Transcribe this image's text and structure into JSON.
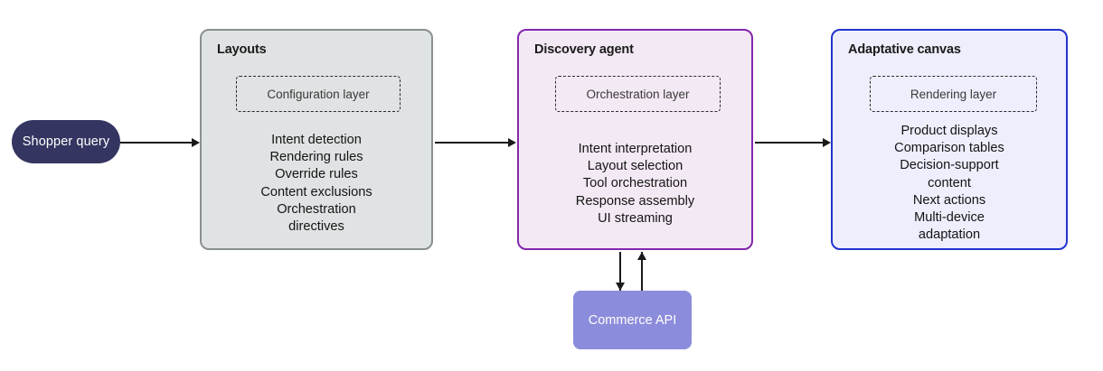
{
  "diagram": {
    "entry": {
      "label": "Shopper query",
      "fill": "#353561",
      "text_color": "#ffffff"
    },
    "stages": [
      {
        "id": "layouts",
        "title": "Layouts",
        "layer_label": "Configuration layer",
        "fill": "#dfe3e3",
        "border": "#8a8f92",
        "items": "Intent detection\nRendering rules\nOverride rules\nContent exclusions\nOrchestration\ndirectives"
      },
      {
        "id": "discovery-agent",
        "title": "Discovery agent",
        "layer_label": "Orchestration layer",
        "fill": "#f3e9f4",
        "border": "#8326ad",
        "items": "Intent interpretation\nLayout selection\nTool orchestration\nResponse assembly\nUI streaming"
      },
      {
        "id": "adaptative-canvas",
        "title": "Adaptative canvas",
        "layer_label": "Rendering layer",
        "fill": "#eeeefd",
        "border": "#2233cc",
        "items": "Product displays\nComparison tables\nDecision-support\ncontent\nNext actions\nMulti-device\nadaptation"
      }
    ],
    "service": {
      "label": "Commerce API",
      "fill": "#8c8cdc",
      "text_color": "#ffffff"
    },
    "connectors": {
      "query_to_layouts": "arrow-right",
      "layouts_to_agent": "arrow-right",
      "agent_to_canvas": "arrow-right",
      "agent_to_api": "arrow-down",
      "api_to_agent": "arrow-up"
    }
  }
}
